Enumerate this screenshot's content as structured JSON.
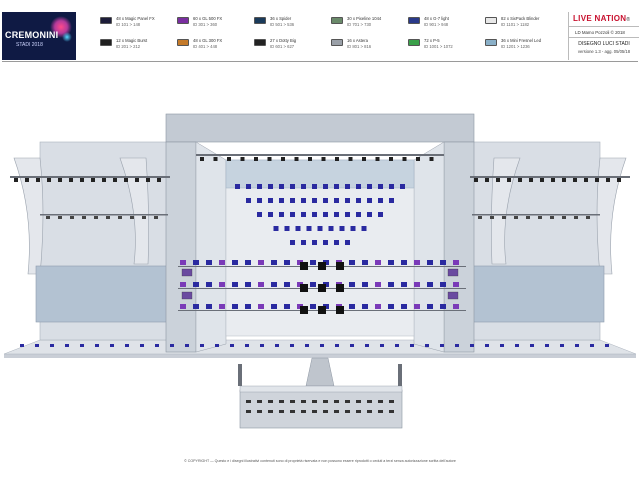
{
  "logo": {
    "title": "CREMONINI",
    "subtitle": "STADI 2018"
  },
  "legend": [
    {
      "line1": "48 x Magic Panel FX",
      "line2": "ID 101 > 148",
      "color": "#1d1d3a"
    },
    {
      "line1": "60 x GL 500 FX",
      "line2": "ID 301 > 360",
      "color": "#7a2fa0"
    },
    {
      "line1": "36 x Spider",
      "line2": "ID 501 > 536",
      "color": "#1a3a5a"
    },
    {
      "line1": "30 x Pixeline 1044",
      "line2": "ID 701 > 730",
      "color": "#6a8a6a"
    },
    {
      "line1": "48 x G-7 light",
      "line2": "ID 901 > 948",
      "color": "#2a3a8a"
    },
    {
      "line1": "82 x SixPack Blinder",
      "line2": "ID 1101 > 1182",
      "color": "#e8e8e8"
    },
    {
      "line1": "12 x Magic Burst",
      "line2": "ID 201 > 212",
      "color": "#202020"
    },
    {
      "line1": "48 x GL 300 FX",
      "line2": "ID 401 > 448",
      "color": "#c47a2a"
    },
    {
      "line1": "27 x Dotty Big",
      "line2": "ID 601 > 627",
      "color": "#222222"
    },
    {
      "line1": "16 x Astera",
      "line2": "ID 801 > 816",
      "color": "#9aa0a8"
    },
    {
      "line1": "72 x P-5",
      "line2": "ID 1001 > 1072",
      "color": "#3aa04a"
    },
    {
      "line1": "36 x Mini Fresnel Led",
      "line2": "ID 1201 > 1236",
      "color": "#8ab0c8"
    }
  ],
  "titleblock": {
    "brand": "LIVE NATION",
    "brand_suffix": "®",
    "credit": "LD Mamo Pozzoli © 2018",
    "drawing_title": "DISEGNO LUCI STADI",
    "version": "versione 1.3  -  agg. 05/05/18"
  },
  "footer": "© COPYRIGHT — Questo e i disegni illustrativi contenuti sono di proprietà riservata e non possono essere riprodotti o ceduti a terzi senza autorizzazione scritta dell'autore",
  "colors": {
    "structure": "#d2d7de",
    "structure_dark": "#aab2bd",
    "screen": "#b3c2d2",
    "fixture": "#2a2aa0",
    "fixture_purple": "#7a3ab8",
    "truss": "#6a6f78"
  }
}
